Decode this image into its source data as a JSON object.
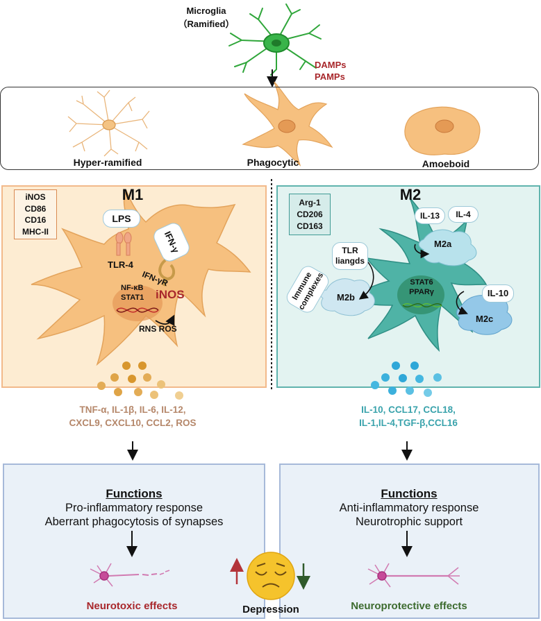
{
  "top": {
    "microglia_label": "Microglia",
    "microglia_sub": "（Ramified）",
    "damps": "DAMPs",
    "pamps": "PAMPs"
  },
  "states": {
    "hyper": "Hyper-ramified",
    "phago": "Phagocytic",
    "amoeboid": "Amoeboid"
  },
  "m1": {
    "title": "M1",
    "markers": [
      "iNOS",
      "CD86",
      "CD16",
      "MHC-II"
    ],
    "lps": "LPS",
    "ifng": "IFN-γ",
    "tlr4": "TLR-4",
    "ifngr": "IFN-γR",
    "nfkb": "NF-κB",
    "stat1": "STAT1",
    "inos": "iNOS",
    "rns_ros": "RNS ROS",
    "cytokines_line1": "TNF-α, IL-1β, IL-6, IL-12,",
    "cytokines_line2": "CXCL9, CXCL10,  CCL2, ROS"
  },
  "m2": {
    "title": "M2",
    "markers": [
      "Arg-1",
      "CD206",
      "CD163"
    ],
    "il13": "IL-13",
    "il4": "IL-4",
    "m2a": "M2a",
    "tlr1": "TLR",
    "tlr2": "liangds",
    "immune1": "Immune",
    "immune2": "complexes",
    "m2b": "M2b",
    "stat6": "STAT6",
    "ppar": "PPARγ",
    "il10": "IL-10",
    "m2c": "M2c",
    "cytokines_line1": "IL-10, CCL17, CCL18,",
    "cytokines_line2": "IL-1,IL-4,TGF-β,CCL16"
  },
  "functions": {
    "left_heading": "Functions",
    "left_line1": "Pro-inflammatory response",
    "left_line2": "Aberrant phagocytosis of synapses",
    "left_effect": "Neurotoxic effects",
    "right_heading": "Functions",
    "right_line1": "Anti-inflammatory response",
    "right_line2": "Neurotrophic support",
    "right_effect": "Neuroprotective effects",
    "depression": "Depression"
  },
  "colors": {
    "m1_border": "#f2b98a",
    "m1_fill": "#fdecd2",
    "m2_border": "#5fb3ad",
    "m2_fill": "#e3f3f1",
    "cell_orange": "#f6c07f",
    "cell_teal": "#4fb3a6",
    "dark_red": "#a8272b",
    "teal_text": "#3aa3ac",
    "brown_text": "#b5876a",
    "green_text": "#3d6b2f",
    "func_border": "#a6b9d9"
  }
}
